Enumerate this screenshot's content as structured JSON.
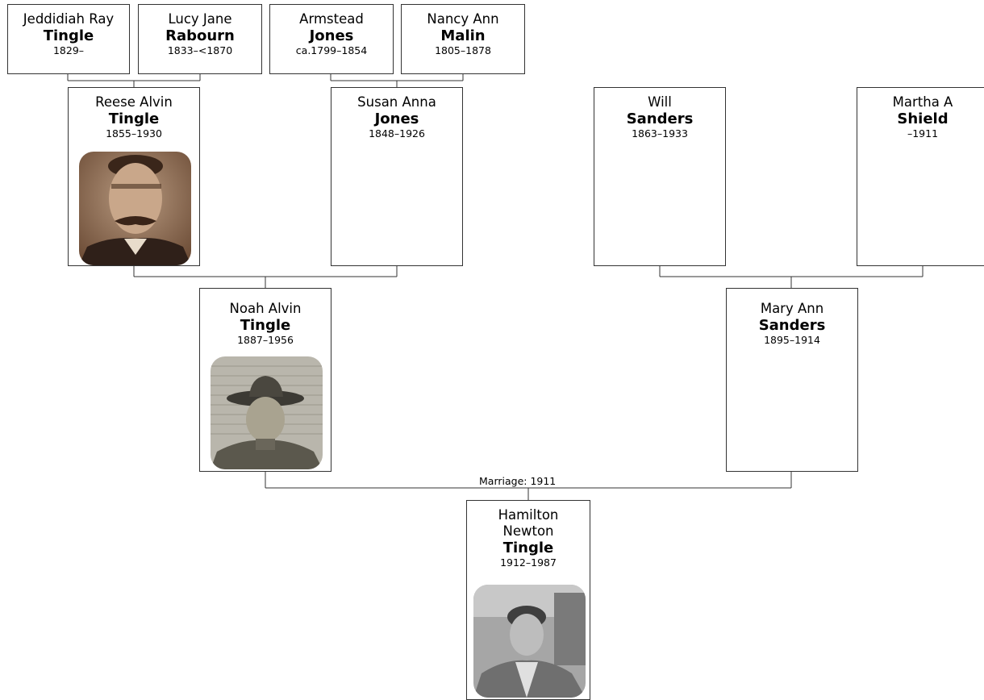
{
  "people": {
    "jeddidiah": {
      "given": "Jeddidiah Ray",
      "surname": "Tingle",
      "dates": "1829–"
    },
    "lucy": {
      "given": "Lucy Jane",
      "surname": "Rabourn",
      "dates": "1833–<1870"
    },
    "armstead": {
      "given": "Armstead",
      "surname": "Jones",
      "dates": "ca.1799–1854"
    },
    "nancy": {
      "given": "Nancy Ann",
      "surname": "Malin",
      "dates": "1805–1878"
    },
    "reese": {
      "given": "Reese Alvin",
      "surname": "Tingle",
      "dates": "1855–1930",
      "has_photo": true
    },
    "susan": {
      "given": "Susan Anna",
      "surname": "Jones",
      "dates": "1848–1926"
    },
    "will": {
      "given": "Will",
      "surname": "Sanders",
      "dates": "1863–1933"
    },
    "martha": {
      "given": "Martha A",
      "surname": "Shield",
      "dates": "–1911"
    },
    "noah": {
      "given": "Noah Alvin",
      "surname": "Tingle",
      "dates": "1887–1956",
      "has_photo": true
    },
    "mary": {
      "given": "Mary Ann",
      "surname": "Sanders",
      "dates": "1895–1914"
    },
    "hamilton": {
      "given_line1": "Hamilton",
      "given_line2": "Newton",
      "surname": "Tingle",
      "dates": "1912–1987",
      "has_photo": true
    }
  },
  "marriage_label": "Marriage: 1911",
  "colors": {
    "border": "#333333",
    "background": "#ffffff",
    "sepia_photo": "#8a6a52",
    "gray_photo": "#8c8c8c"
  }
}
